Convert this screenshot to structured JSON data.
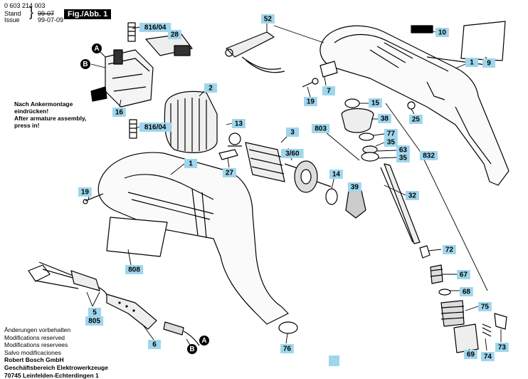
{
  "header": {
    "part_number": "0 603 214 003",
    "stand_label": "Stand",
    "issue_label": "Issue",
    "stand_value": "99-07",
    "issue_value": "99-07-09",
    "figure_label": "Fig./Abb. 1"
  },
  "assembly_note": {
    "line1": "Nach Ankermontage",
    "line2": "eindrücken!",
    "line3": "After armature assembly,",
    "line4": "press in!"
  },
  "footer": {
    "line1": "Änderungen vorbehalten",
    "line2": "Modifications reserved",
    "line3": "Modifications reservees",
    "line4": "Salvo modificaciones",
    "line5": "Robert Bosch GmbH",
    "line6": "Geschäftsbereich Elektrowerkzeuge",
    "line7": "70745 Leinfelden-Echterdingen 1"
  },
  "callouts": [
    {
      "id": "c-816-04-top",
      "text": "816/04"
    },
    {
      "id": "c-28",
      "text": "28"
    },
    {
      "id": "c-A-top",
      "text": "A"
    },
    {
      "id": "c-B-top",
      "text": "B"
    },
    {
      "id": "c-16",
      "text": "16"
    },
    {
      "id": "c-816-04-bottom",
      "text": "816/04"
    },
    {
      "id": "c-2",
      "text": "2"
    },
    {
      "id": "c-13",
      "text": "13"
    },
    {
      "id": "c-27",
      "text": "27"
    },
    {
      "id": "c-52",
      "text": "52"
    },
    {
      "id": "c-10",
      "text": "10"
    },
    {
      "id": "c-9",
      "text": "9"
    },
    {
      "id": "c-1-top",
      "text": "1"
    },
    {
      "id": "c-7",
      "text": "7"
    },
    {
      "id": "c-19-top",
      "text": "19"
    },
    {
      "id": "c-15",
      "text": "15"
    },
    {
      "id": "c-38",
      "text": "38"
    },
    {
      "id": "c-25",
      "text": "25"
    },
    {
      "id": "c-77",
      "text": "77"
    },
    {
      "id": "c-35-a",
      "text": "35"
    },
    {
      "id": "c-63",
      "text": "63"
    },
    {
      "id": "c-35-b",
      "text": "35"
    },
    {
      "id": "c-832",
      "text": "832"
    },
    {
      "id": "c-3",
      "text": "3"
    },
    {
      "id": "c-803",
      "text": "803"
    },
    {
      "id": "c-3-60",
      "text": "3/60"
    },
    {
      "id": "c-14",
      "text": "14"
    },
    {
      "id": "c-39",
      "text": "39"
    },
    {
      "id": "c-32",
      "text": "32"
    },
    {
      "id": "c-72",
      "text": "72"
    },
    {
      "id": "c-67",
      "text": "67"
    },
    {
      "id": "c-68",
      "text": "68"
    },
    {
      "id": "c-75",
      "text": "75"
    },
    {
      "id": "c-1-bottom",
      "text": "1"
    },
    {
      "id": "c-19-bottom",
      "text": "19"
    },
    {
      "id": "c-808",
      "text": "808"
    },
    {
      "id": "c-5",
      "text": "5"
    },
    {
      "id": "c-805",
      "text": "805"
    },
    {
      "id": "c-6",
      "text": "6"
    },
    {
      "id": "c-A-bottom",
      "text": "A"
    },
    {
      "id": "c-B-bottom",
      "text": "B"
    },
    {
      "id": "c-76",
      "text": "76"
    },
    {
      "id": "c-69",
      "text": "69"
    },
    {
      "id": "c-74",
      "text": "74"
    },
    {
      "id": "c-73",
      "text": "73"
    }
  ],
  "colors": {
    "label_fill": "#9fd6ec",
    "line": "#000000"
  }
}
